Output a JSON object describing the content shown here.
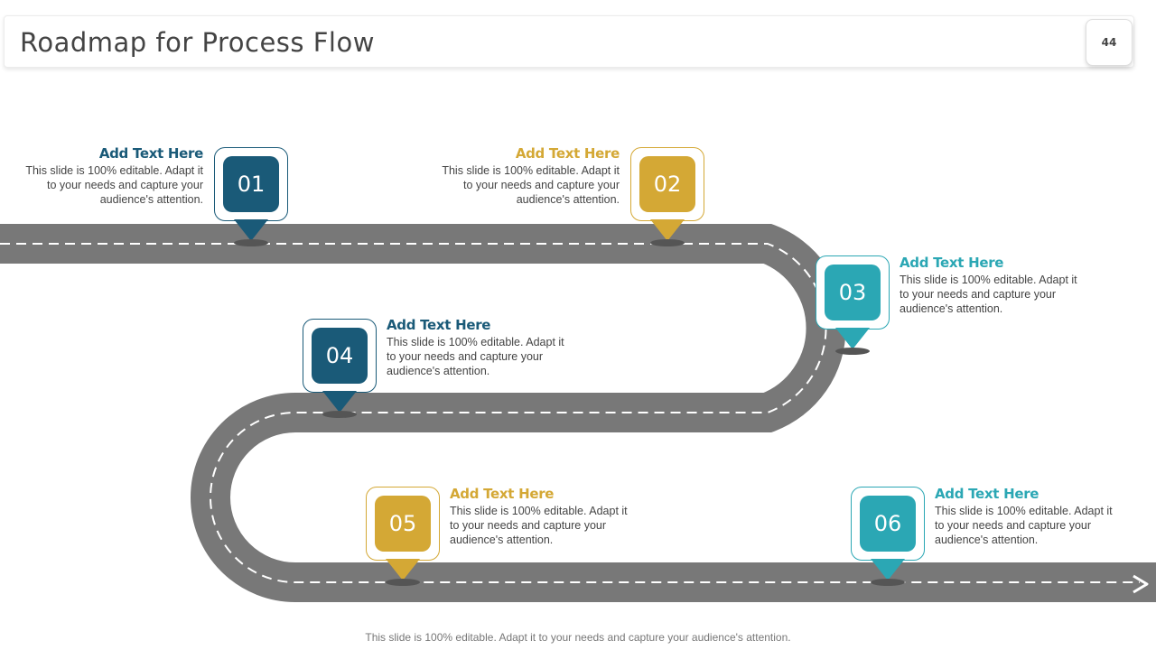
{
  "slide": {
    "title": "Roadmap for Process Flow",
    "page_number": "44"
  },
  "colors": {
    "navy": "#1a5a78",
    "gold": "#d4a835",
    "teal": "#2ba7b4",
    "road": "#787878"
  },
  "steps": [
    {
      "number": "01",
      "heading": "Add Text Here",
      "body": "This slide is 100% editable. Adapt it to your needs and capture your audience's attention.",
      "color": "#1a5a78"
    },
    {
      "number": "02",
      "heading": "Add Text Here",
      "body": "This slide is 100% editable. Adapt it to your needs and capture your audience's attention.",
      "color": "#d4a835"
    },
    {
      "number": "03",
      "heading": "Add Text Here",
      "body": "This slide is 100% editable. Adapt it to your needs and capture your audience's attention.",
      "color": "#2ba7b4"
    },
    {
      "number": "04",
      "heading": "Add Text Here",
      "body": "This slide is 100% editable. Adapt it to your needs and capture your audience's attention.",
      "color": "#1a5a78"
    },
    {
      "number": "05",
      "heading": "Add Text Here",
      "body": "This slide is 100% editable. Adapt it to your needs and capture your audience's attention.",
      "color": "#d4a835"
    },
    {
      "number": "06",
      "heading": "Add Text Here",
      "body": "This slide is 100% editable. Adapt it to your needs and capture your audience's attention.",
      "color": "#2ba7b4"
    }
  ],
  "footer": {
    "note": "This slide is 100% editable. Adapt it to your needs and capture your audience's attention."
  }
}
